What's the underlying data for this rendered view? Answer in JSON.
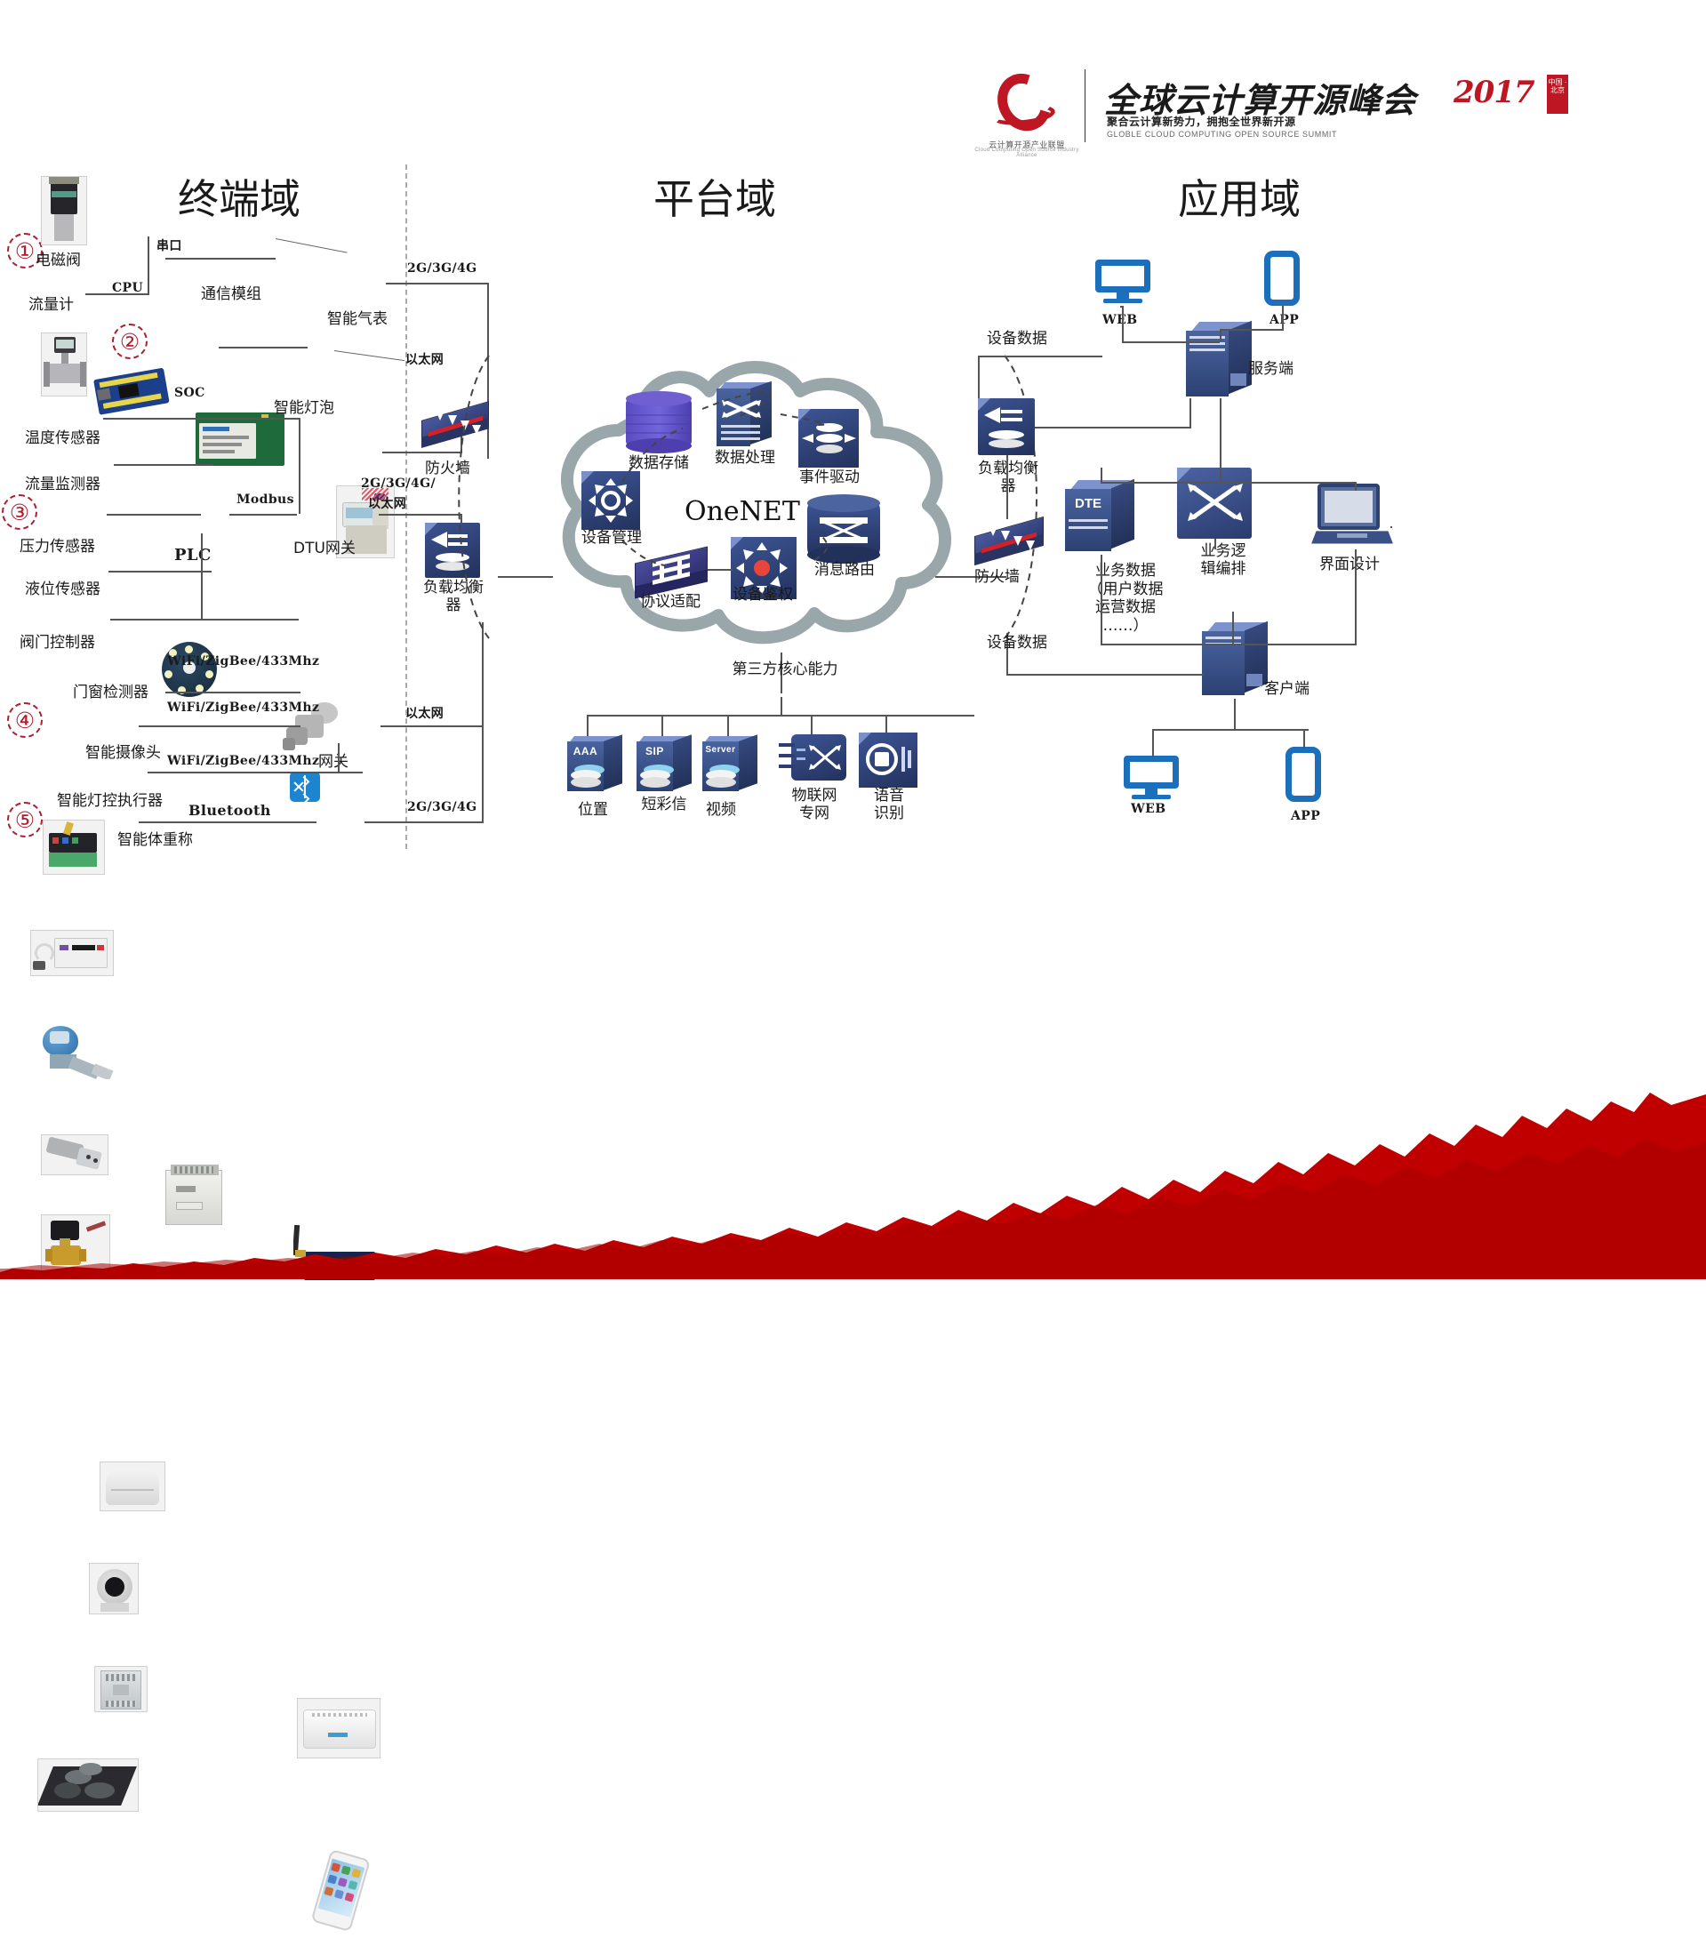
{
  "header": {
    "org_name_cn": "云计算开源产业联盟",
    "org_name_en": "Cloud Computing Open Source Industry Alliance",
    "summit_title": "全球云计算开源峰会",
    "summit_year": "2017",
    "summit_stamp": "中国 · 北京",
    "slogan_cn": "聚合云计算新势力，拥抱全世界新开源",
    "slogan_en": "GLOBLE CLOUD COMPUTING OPEN SOURCE SUMMIT"
  },
  "domains": {
    "terminal": "终端域",
    "platform": "平台域",
    "application": "应用域"
  },
  "steps": [
    "①",
    "②",
    "③",
    "④",
    "⑤"
  ],
  "terminal": {
    "devices": [
      {
        "label": "电磁阀",
        "icon": "solenoid-valve-photo"
      },
      {
        "label": "流量计",
        "icon": "flow-meter-photo"
      },
      {
        "label": "CPU",
        "icon": "cpu-board-photo"
      },
      {
        "label": "通信模组",
        "icon": "comm-module-photo"
      },
      {
        "label": "智能气表",
        "icon": "smart-gas-meter-photo"
      },
      {
        "label": "SOC",
        "icon": "soc-led-board-photo"
      },
      {
        "label": "智能灯泡",
        "icon": "smart-bulb-photo"
      },
      {
        "label": "温度传感器",
        "icon": "temperature-sensor-photo"
      },
      {
        "label": "流量监测器",
        "icon": "flow-monitor-photo"
      },
      {
        "label": "压力传感器",
        "icon": "pressure-sensor-photo"
      },
      {
        "label": "液位传感器",
        "icon": "level-sensor-photo"
      },
      {
        "label": "阀门控制器",
        "icon": "valve-controller-photo"
      },
      {
        "label": "PLC",
        "icon": "plc-photo"
      },
      {
        "label": "DTU网关",
        "icon": "dtu-gateway-photo"
      },
      {
        "label": "门窗检测器",
        "icon": "door-window-detector-photo"
      },
      {
        "label": "智能摄像头",
        "icon": "smart-camera-photo"
      },
      {
        "label": "智能灯控执行器",
        "icon": "smart-light-actuator-photo"
      },
      {
        "label": "智能体重称",
        "icon": "smart-scale-photo"
      },
      {
        "label": "网关",
        "icon": "home-gateway-photo"
      },
      {
        "label": "手机",
        "icon": "smartphone-photo"
      }
    ],
    "link_labels": {
      "serial": "串口",
      "modbus": "Modbus",
      "wifi_1": "WiFi/ZigBee/433Mhz",
      "wifi_2": "WiFi/ZigBee/433Mhz",
      "wifi_3": "WiFi/ZigBee/433Mhz",
      "bluetooth": "Bluetooth"
    }
  },
  "network": {
    "links": {
      "cellular_top": "2G/3G/4G",
      "ethernet_mid": "以太网",
      "cellular_ethernet": "2G/3G/4G/\n以太网",
      "ethernet_gw": "以太网",
      "cellular_bottom": "2G/3G/4G"
    },
    "firewall_left": "防火墙",
    "load_balancer_left": "负载均衡器"
  },
  "platform": {
    "cloud_name": "OneNET",
    "components": [
      {
        "label": "数据存储",
        "icon": "database-cylinder-icon"
      },
      {
        "label": "数据处理",
        "icon": "data-processing-switch-icon"
      },
      {
        "label": "事件驱动",
        "icon": "event-driven-icon"
      },
      {
        "label": "设备管理",
        "icon": "device-management-icon"
      },
      {
        "label": "协议适配",
        "icon": "protocol-adapter-icon"
      },
      {
        "label": "设备鉴权",
        "icon": "device-auth-icon"
      },
      {
        "label": "消息路由",
        "icon": "message-routing-icon"
      }
    ],
    "third_party_title": "第三方核心能力",
    "third_party": [
      {
        "label": "位置",
        "badge": "AAA",
        "icon": "aaa-server-icon"
      },
      {
        "label": "短彩信",
        "badge": "SIP",
        "icon": "sip-server-icon"
      },
      {
        "label": "视频",
        "badge": "Server",
        "icon": "video-server-icon"
      },
      {
        "label": "物联网专网",
        "badge": "",
        "icon": "iot-private-network-icon"
      },
      {
        "label": "语音识别",
        "badge": "",
        "icon": "speech-recognition-icon"
      }
    ]
  },
  "application": {
    "edge": {
      "device_data_top": "设备数据",
      "device_data_bottom": "设备数据",
      "load_balancer": "负载均衡器",
      "firewall": "防火墙"
    },
    "nodes": [
      {
        "label": "WEB",
        "icon": "monitor-icon"
      },
      {
        "label": "APP",
        "icon": "phone-icon"
      },
      {
        "label": "服务端",
        "icon": "server-icon"
      },
      {
        "label": "DTE",
        "icon": "dte-server-icon"
      },
      {
        "label": "业务数据（用户数据\n运营数据\n……）",
        "icon": "business-data-icon"
      },
      {
        "label": "业务逻辑编排",
        "icon": "business-logic-icon"
      },
      {
        "label": "界面设计",
        "icon": "ui-design-icon"
      },
      {
        "label": "客户端",
        "icon": "client-server-icon"
      },
      {
        "label": "WEB",
        "icon": "monitor-icon"
      },
      {
        "label": "APP",
        "icon": "phone-icon"
      }
    ],
    "dte_badge": "DTE",
    "business_data_line1": "业务数据",
    "business_data_line2": "（用户数据",
    "business_data_line3": "运营数据",
    "business_data_line4": "……）",
    "business_logic_line1": "业务逻",
    "business_logic_line2": "辑编排",
    "ui_design": "界面设计",
    "client_label": "客户端",
    "server_label": "服务端"
  },
  "colors": {
    "brand_red": "#BE1622",
    "mountain_red": "#C00000",
    "accent_blue": "#1C6FBA",
    "node_blue": "#2C4173",
    "cloud_gray": "#9AA7AA",
    "step_red": "#B01B2E"
  }
}
